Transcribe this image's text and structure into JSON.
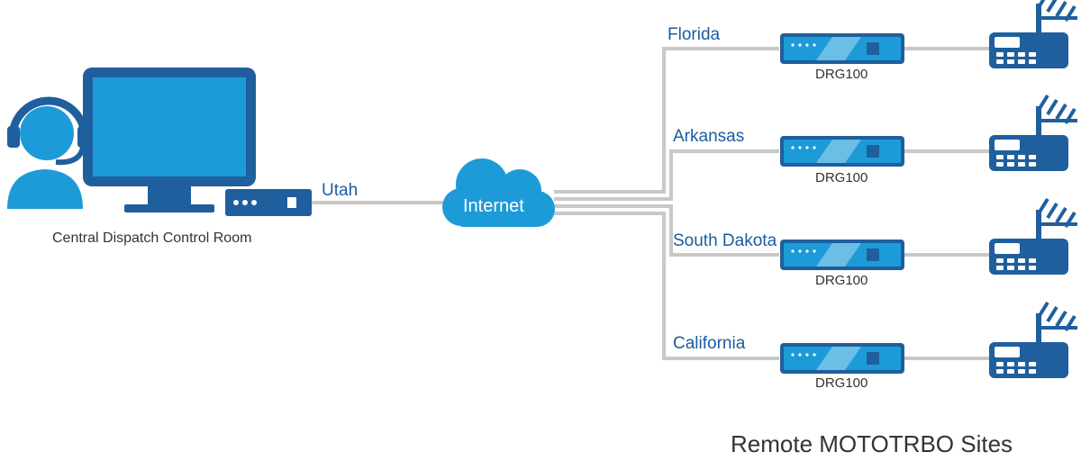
{
  "diagram": {
    "control_room": {
      "label": "Central Dispatch Control Room"
    },
    "link": {
      "label": "Utah"
    },
    "cloud": {
      "label": "Internet"
    },
    "sites": [
      {
        "name": "Florida",
        "device": "DRG100"
      },
      {
        "name": "Arkansas",
        "device": "DRG100"
      },
      {
        "name": "South Dakota",
        "device": "DRG100"
      },
      {
        "name": "California",
        "device": "DRG100"
      }
    ],
    "footer": "Remote MOTOTRBO Sites",
    "colors": {
      "dark_blue": "#1f5f9d",
      "light_blue": "#1d9bd8",
      "line_gray": "#c8c8c8",
      "label_blue": "#1a5c9e"
    },
    "icons": [
      "headset-user-icon",
      "monitor-icon",
      "router-icon",
      "cloud-icon",
      "drg-gateway-icon",
      "radio-repeater-icon"
    ]
  }
}
